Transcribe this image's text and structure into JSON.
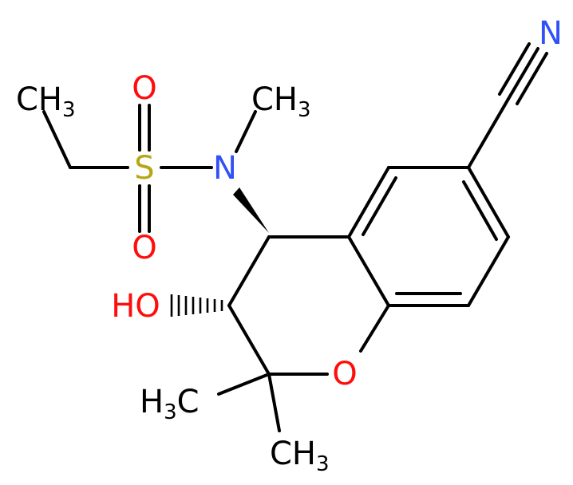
{
  "colors": {
    "bond": "#000000",
    "carbon": "#000000",
    "nitrogen": "#3050F8",
    "oxygen": "#FF0D0D",
    "sulfur": "#B5A615"
  },
  "labels": {
    "nitrile_n": "N",
    "amine_n": "N",
    "sulfur": "S",
    "sulfonyl_o_top": "O",
    "sulfonyl_o_bottom": "O",
    "ring_o": "O",
    "hydroxyl": {
      "main": "HO"
    },
    "ethyl_ch3": {
      "main": "CH",
      "sub": "3"
    },
    "n_methyl": {
      "main": "CH",
      "sub": "3"
    },
    "gem_methyl_left": {
      "pre": "H",
      "sub": "3",
      "post": "C"
    },
    "gem_methyl_bottom": {
      "main": "CH",
      "sub": "3"
    }
  }
}
